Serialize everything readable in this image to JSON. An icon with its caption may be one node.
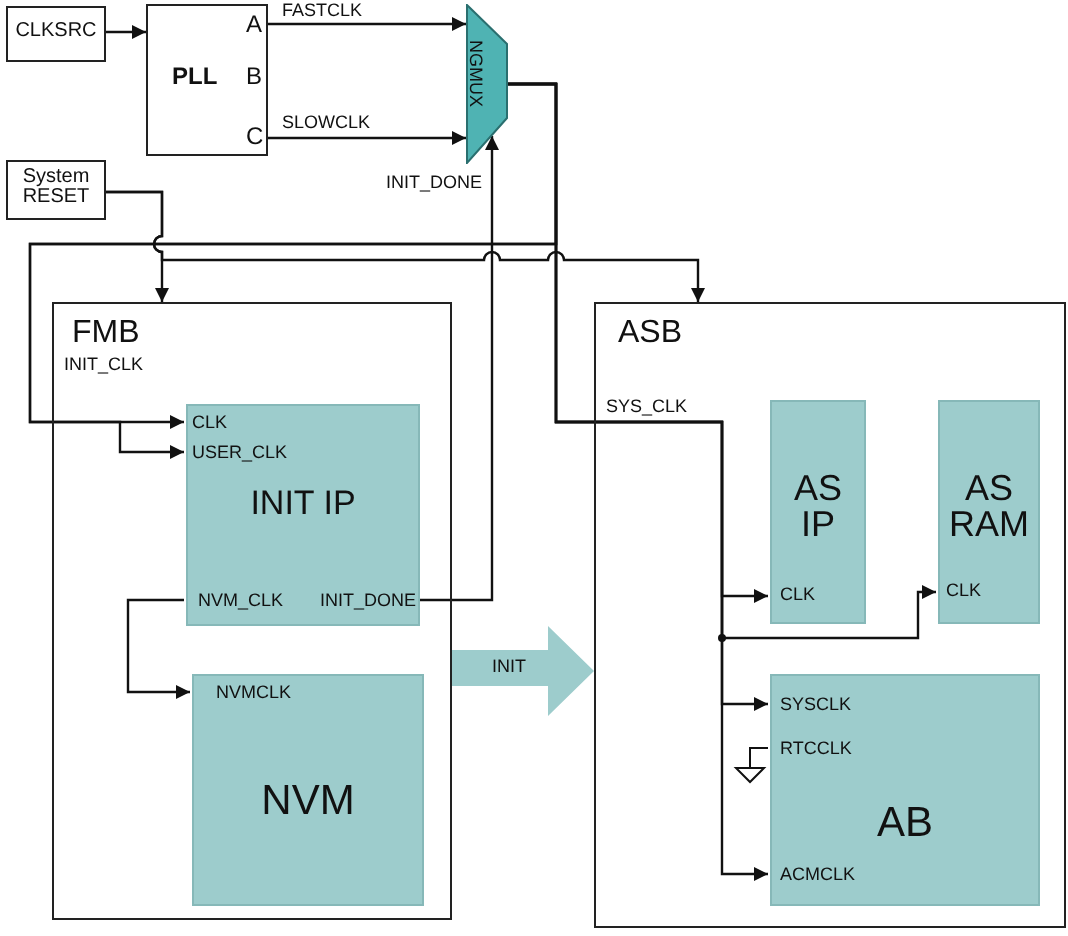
{
  "diagram": {
    "nodes": [
      {
        "text": [
          "CLKSRC"
        ]
      },
      {
        "text": [
          "A",
          "PLL",
          "B",
          "C"
        ]
      },
      {
        "text": [
          "NGMUX"
        ]
      },
      {
        "text": [
          "System RESET"
        ]
      },
      {
        "text": [
          "FMB"
        ]
      },
      {
        "text": [
          "CLK",
          "USER_CLK",
          "INIT IP",
          "NVM_CLK",
          "INIT_DONE"
        ],
        "in": 4
      },
      {
        "text": [
          "NVMCLK",
          "NVM"
        ],
        "in": 4
      },
      {
        "text": [
          "INIT"
        ]
      },
      {
        "text": [
          "ASB"
        ]
      },
      {
        "text": [
          "AS IP",
          "CLK"
        ],
        "in": 8
      },
      {
        "text": [
          "AS RAM",
          "CLK"
        ],
        "in": 8
      },
      {
        "text": [
          "SYSCLK",
          "RTCCLK",
          "AB",
          "ACMCLK"
        ],
        "in": 8
      }
    ],
    "edges": [
      {
        "from": 0,
        "to": 1,
        "arrow": "to"
      },
      {
        "from": 1,
        "to": 2,
        "arrow": "to",
        "label": "FASTCLK"
      },
      {
        "from": 1,
        "to": 2,
        "arrow": "to",
        "label": "SLOWCLK"
      },
      {
        "from": 5,
        "to": 2,
        "arrow": "to",
        "label": "INIT_DONE"
      },
      {
        "from": 2,
        "to": 5,
        "arrow": "to",
        "label": "INIT_CLK"
      },
      {
        "from": 2,
        "to": 5,
        "arrow": "to"
      },
      {
        "from": 2,
        "to": 9,
        "arrow": "to",
        "label": "SYS_CLK"
      },
      {
        "from": 2,
        "to": 10,
        "arrow": "to"
      },
      {
        "from": 2,
        "to": 11,
        "arrow": "to"
      },
      {
        "from": 2,
        "to": 11,
        "arrow": "to"
      },
      {
        "from": 3,
        "to": 4,
        "arrow": "to"
      },
      {
        "from": 3,
        "to": 8,
        "arrow": "to"
      },
      {
        "from": 5,
        "to": 6,
        "arrow": "to"
      }
    ]
  }
}
